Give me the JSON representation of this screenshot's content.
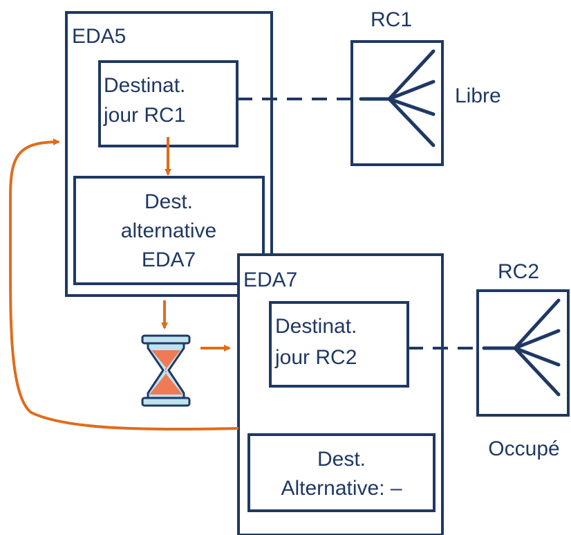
{
  "colors": {
    "navy": "#1f3864",
    "orange": "#e06c1b",
    "sand": "#f07a55",
    "glass": "#bfe3ee"
  },
  "eda5": {
    "label": "EDA5",
    "destination": {
      "line1": "Destinat.",
      "line2": "jour RC1"
    },
    "alternative": {
      "line1": "Dest.",
      "line2": "alternative",
      "line3": "EDA7"
    }
  },
  "eda7": {
    "label": "EDA7",
    "destination": {
      "line1": "Destinat.",
      "line2": "jour RC2"
    },
    "alternative": {
      "line1": "Dest.",
      "line2": "Alternative: –"
    }
  },
  "rc1": {
    "label": "RC1",
    "status": "Libre"
  },
  "rc2": {
    "label": "RC2",
    "status": "Occupé"
  },
  "icons": {
    "wait": "hourglass-icon",
    "group": "trunk-fan-icon"
  }
}
